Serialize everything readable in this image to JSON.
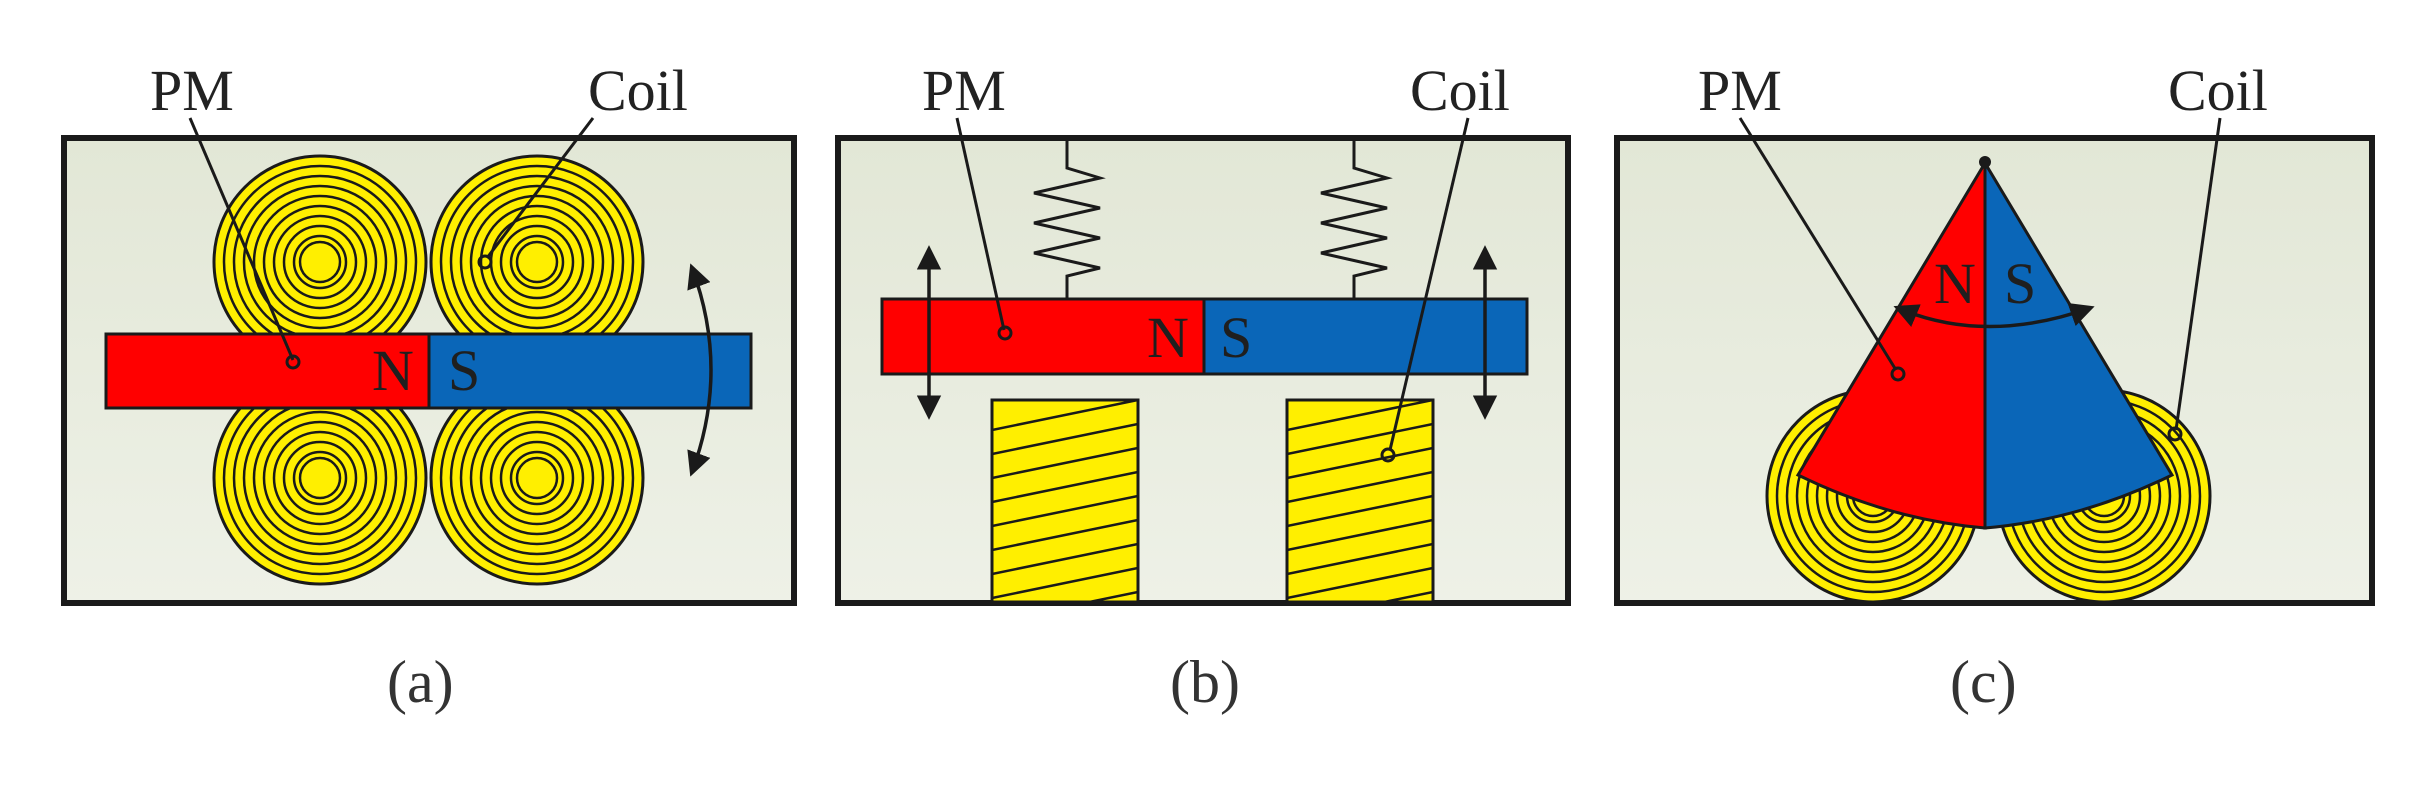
{
  "colors": {
    "frame_fill": "#e3e8d8",
    "frame_fill_light": "#eef1e6",
    "magnet_north": "#ff0000",
    "magnet_south": "#0a66b8",
    "coil_fill": "#ffef00",
    "outline": "#1a1a1a"
  },
  "icons": {
    "coil": "concentric-circles-coil-icon",
    "spring": "zigzag-spring-icon",
    "motion": "double-arrow-icon"
  },
  "panels": [
    {
      "caption": "(a)",
      "pm_label": "PM",
      "coil_label": "Coil",
      "north_label": "N",
      "south_label": "S"
    },
    {
      "caption": "(b)",
      "pm_label": "PM",
      "coil_label": "Coil",
      "north_label": "N",
      "south_label": "S"
    },
    {
      "caption": "(c)",
      "pm_label": "PM",
      "coil_label": "Coil",
      "north_label": "N",
      "south_label": "S"
    }
  ]
}
